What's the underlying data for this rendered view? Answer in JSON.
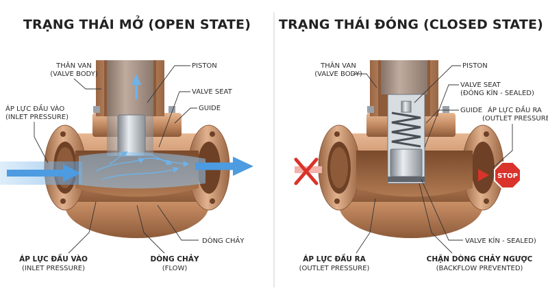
{
  "panels": {
    "open": {
      "title": "TRẠNG THÁI MỞ (OPEN STATE)",
      "labels": {
        "valve_body": [
          "THÂN VAN",
          "(VALVE BODY)"
        ],
        "piston": "PISTON",
        "valve_seat": "VALVE SEAT",
        "guide": "GUIDE",
        "inlet_pressure_top": [
          "ÁP LỰC ĐẦU VÀO",
          "(INLET PRESSURE)"
        ],
        "flow_right": "DÒNG CHẢY",
        "inlet_pressure_bottom": [
          "ÁP LỰC ĐẦU VÀO",
          "(INLET PRESSURE)"
        ],
        "flow_bottom": [
          "DÒNG CHẢY",
          "(FLOW)"
        ]
      }
    },
    "closed": {
      "title": "TRẠNG THÁI ĐÓNG (CLOSED STATE)",
      "labels": {
        "valve_body": [
          "THÂN VAN",
          "(VALVE BODY)"
        ],
        "piston": "PISTON",
        "valve_seat": [
          "VALVE SEAT",
          "(ĐÓNG KÍN - SEALED)"
        ],
        "guide": "GUIDE",
        "outlet_pressure_top": [
          "ÁP LỰC ĐẦU RA",
          "(OUTLET PRESSURE)"
        ],
        "stop": "STOP",
        "valve_sealed": "VALVE KÍN - SEALED)",
        "outlet_pressure_bottom": [
          "ÁP LỰC ĐẦU RA",
          "(OUTLET PRESSURE)"
        ],
        "backflow": [
          "CHẶN DÒNG CHẢY NGƯỢC",
          "(BACKFLOW PREVENTED)"
        ]
      }
    }
  },
  "colors": {
    "bronze": "#c8936a",
    "bronze_dark": "#8a5a38",
    "steel": "#b9bec4",
    "flow_blue": "#5aa7e0",
    "arrow_red": "#d9332b"
  }
}
